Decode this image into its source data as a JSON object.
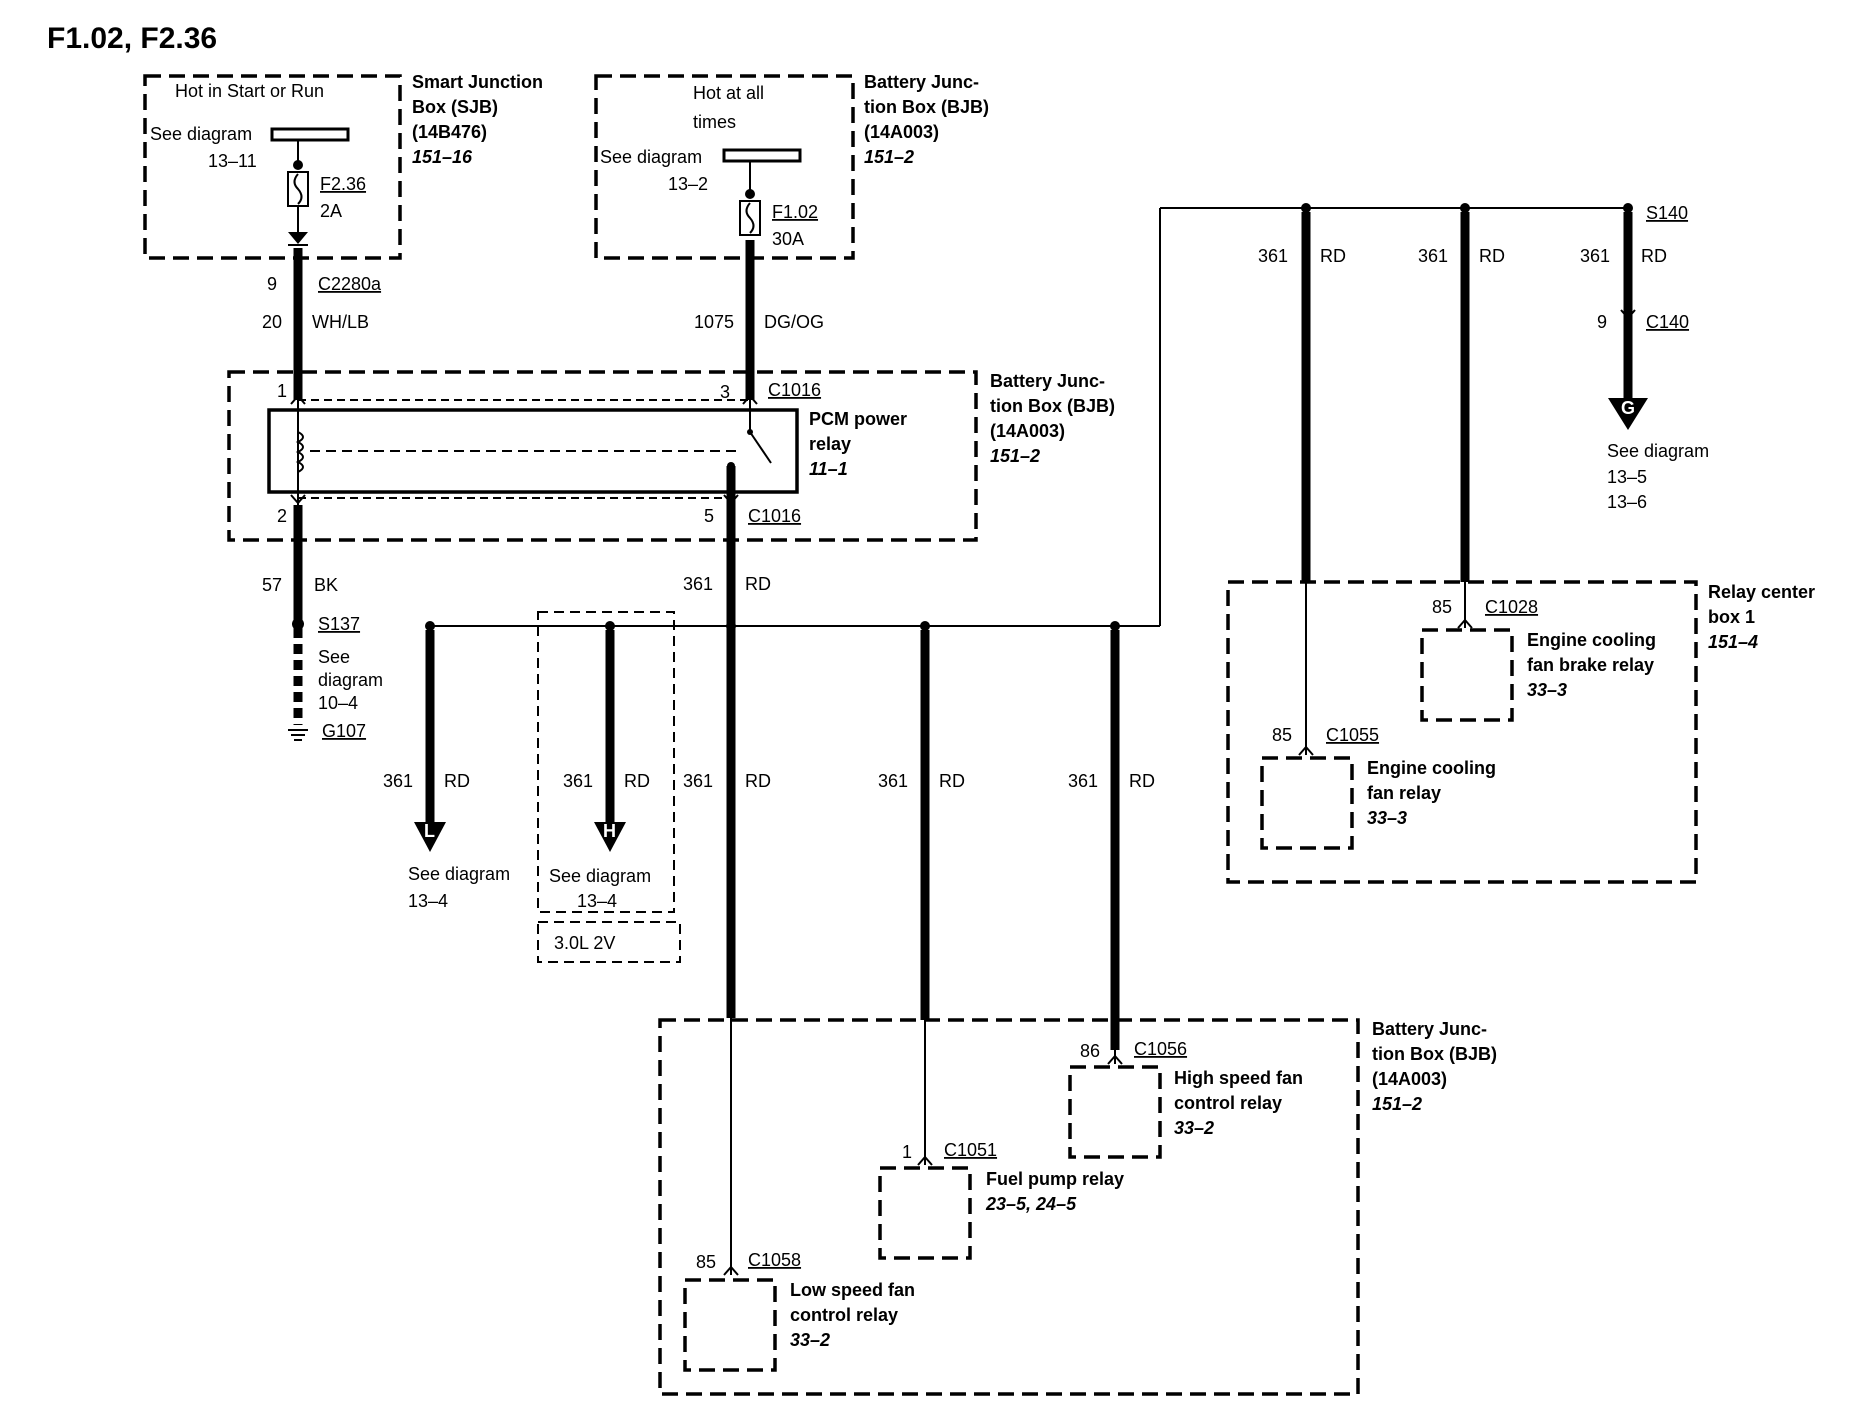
{
  "title": "F1.02, F2.36",
  "sjb": {
    "header": "Hot in Start or Run",
    "see_diagram": "See diagram",
    "see_ref": "13–11",
    "fuse_id": "F2.36",
    "fuse_rating": "2A",
    "name_1": "Smart Junction",
    "name_2": "Box (SJB)",
    "part": "(14B476)",
    "page": "151–16"
  },
  "bjb_top": {
    "header_1": "Hot at all",
    "header_2": "times",
    "see_diagram": "See diagram",
    "see_ref": "13–2",
    "fuse_id": "F1.02",
    "fuse_rating": "30A",
    "name_1": "Battery Junc-",
    "name_2": "tion Box (BJB)",
    "part": "(14A003)",
    "page": "151–2"
  },
  "wire_wh": {
    "pin": "9",
    "connector": "C2280a",
    "circuit": "20",
    "color": "WH/LB"
  },
  "wire_dg": {
    "circuit": "1075",
    "color": "DG/OG"
  },
  "relay_box": {
    "pin1": "1",
    "pin3": "3",
    "conn_top": "C1016",
    "pin2": "2",
    "pin5": "5",
    "conn_bottom": "C1016",
    "relay_name_1": "PCM power",
    "relay_name_2": "relay",
    "relay_page": "11–1",
    "name_1": "Battery Junc-",
    "name_2": "tion Box (BJB)",
    "part": "(14A003)",
    "page": "151–2"
  },
  "ground": {
    "circuit": "57",
    "color": "BK",
    "splice": "S137",
    "see_1": "See",
    "see_2": "diagram",
    "see_ref": "10–4",
    "ground_id": "G107"
  },
  "wires_361": {
    "circuit": "361",
    "color": "RD"
  },
  "splice_s140": {
    "id": "S140",
    "pin": "9",
    "connector": "C140",
    "arrow": "G",
    "see": "See diagram",
    "ref_1": "13–5",
    "ref_2": "13–6"
  },
  "arrow_l": {
    "letter": "L",
    "see": "See diagram",
    "ref": "13–4"
  },
  "arrow_h": {
    "letter": "H",
    "see": "See diagram",
    "ref": "13–4",
    "variant": "3.0L 2V"
  },
  "relay_center": {
    "name_1": "Relay center",
    "name_2": "box 1",
    "page": "151–4",
    "brake_pin": "85",
    "brake_conn": "C1028",
    "brake_name_1": "Engine cooling",
    "brake_name_2": "fan brake relay",
    "brake_page": "33–3",
    "fan_pin": "85",
    "fan_conn": "C1055",
    "fan_name_1": "Engine cooling",
    "fan_name_2": "fan relay",
    "fan_page": "33–3"
  },
  "bjb_bottom": {
    "name_1": "Battery Junc-",
    "name_2": "tion Box (BJB)",
    "part": "(14A003)",
    "page": "151–2",
    "high_pin": "86",
    "high_conn": "C1056",
    "high_name_1": "High speed fan",
    "high_name_2": "control relay",
    "high_page": "33–2",
    "fuel_pin": "1",
    "fuel_conn": "C1051",
    "fuel_name": "Fuel pump relay",
    "fuel_page": "23–5, 24–5",
    "low_pin": "85",
    "low_conn": "C1058",
    "low_name_1": "Low speed fan",
    "low_name_2": "control relay",
    "low_page": "33–2"
  }
}
